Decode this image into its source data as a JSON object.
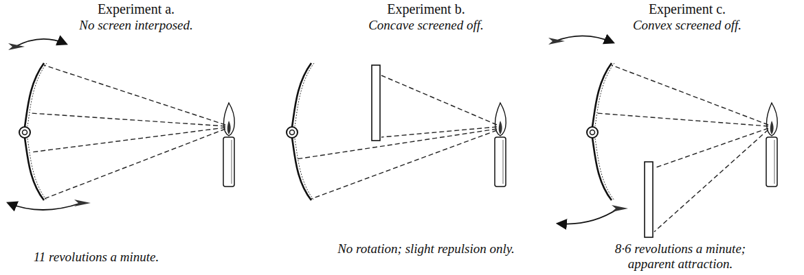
{
  "diagram": {
    "labels": [
      "Experiment a.",
      "No screen interposed.",
      "11 revolutions a minute.",
      "Experiment b.",
      "Concave screened off.",
      "No rotation; slight repulsion only.",
      "Experiment c.",
      "Convex screened off.",
      "8·6 revolutions a minute; apparent attraction."
    ]
  }
}
